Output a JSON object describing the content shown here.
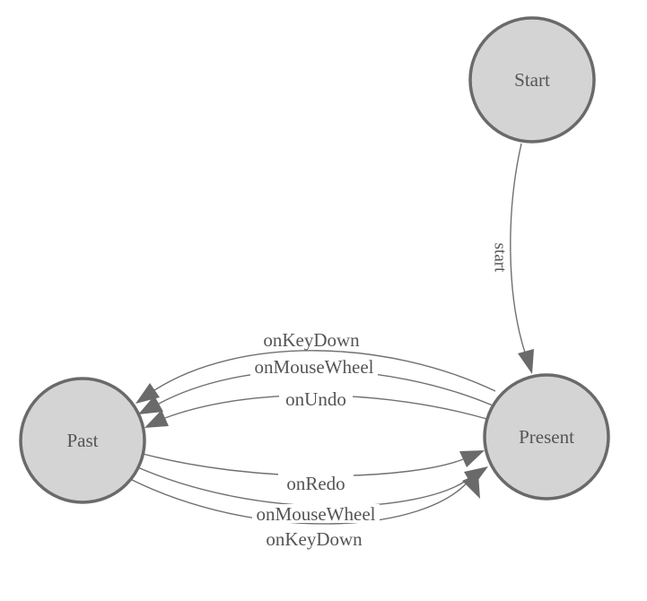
{
  "diagram": {
    "type": "state-machine",
    "nodes": [
      {
        "id": "start",
        "label": "Start"
      },
      {
        "id": "past",
        "label": "Past"
      },
      {
        "id": "present",
        "label": "Present"
      }
    ],
    "edges": [
      {
        "label": "start",
        "from": "Start",
        "to": "Present"
      },
      {
        "label": "onKeyDown",
        "from": "Present",
        "to": "Past"
      },
      {
        "label": "onMouseWheel",
        "from": "Present",
        "to": "Past"
      },
      {
        "label": "onUndo",
        "from": "Present",
        "to": "Past"
      },
      {
        "label": "onRedo",
        "from": "Past",
        "to": "Present"
      },
      {
        "label": "onMouseWheel",
        "from": "Past",
        "to": "Present"
      },
      {
        "label": "onKeyDown",
        "from": "Past",
        "to": "Present"
      }
    ],
    "colors": {
      "background": "#ffffff",
      "node_fill": "#d4d4d4",
      "node_stroke": "#6a6a6a",
      "edge_stroke": "#707070",
      "arrow_fill": "#6a6a6a",
      "label_text": "#555555"
    }
  }
}
